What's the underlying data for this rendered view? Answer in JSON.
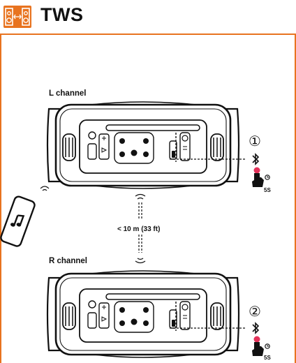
{
  "header": {
    "title": "TWS",
    "icon": "tws-speaker-pair-icon",
    "accent_color": "#e8731f"
  },
  "speakers": [
    {
      "label": "L channel",
      "step": "①",
      "hold_time": "5S"
    },
    {
      "label": "R channel",
      "step": "②",
      "hold_time": "5S"
    }
  ],
  "distance": "< 10 m (33 ft)",
  "icons": {
    "phone": "phone-music-icon",
    "bluetooth": "bluetooth-icon",
    "hand": "finger-press-icon",
    "clock": "clock-icon",
    "wireless": "wireless-signal-icon"
  }
}
